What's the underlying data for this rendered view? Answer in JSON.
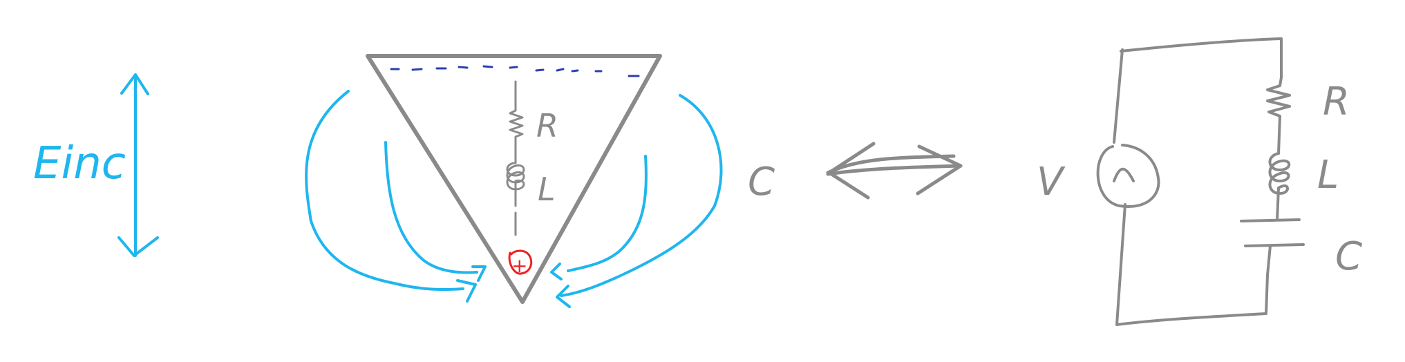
{
  "labels": {
    "e_inc": "Einc",
    "r_left": "R",
    "l_left": "L",
    "c_left": "C",
    "v_source": "V",
    "r_right": "R",
    "l_right": "L",
    "c_right": "C",
    "plus": "+"
  },
  "colors": {
    "pencil": "#8a8a8a",
    "field": "#1eb6ee",
    "charge_negative": "#2b3fb0",
    "charge_positive": "#ee1f1f"
  },
  "equivalence_symbol": "double-arrow-icon"
}
